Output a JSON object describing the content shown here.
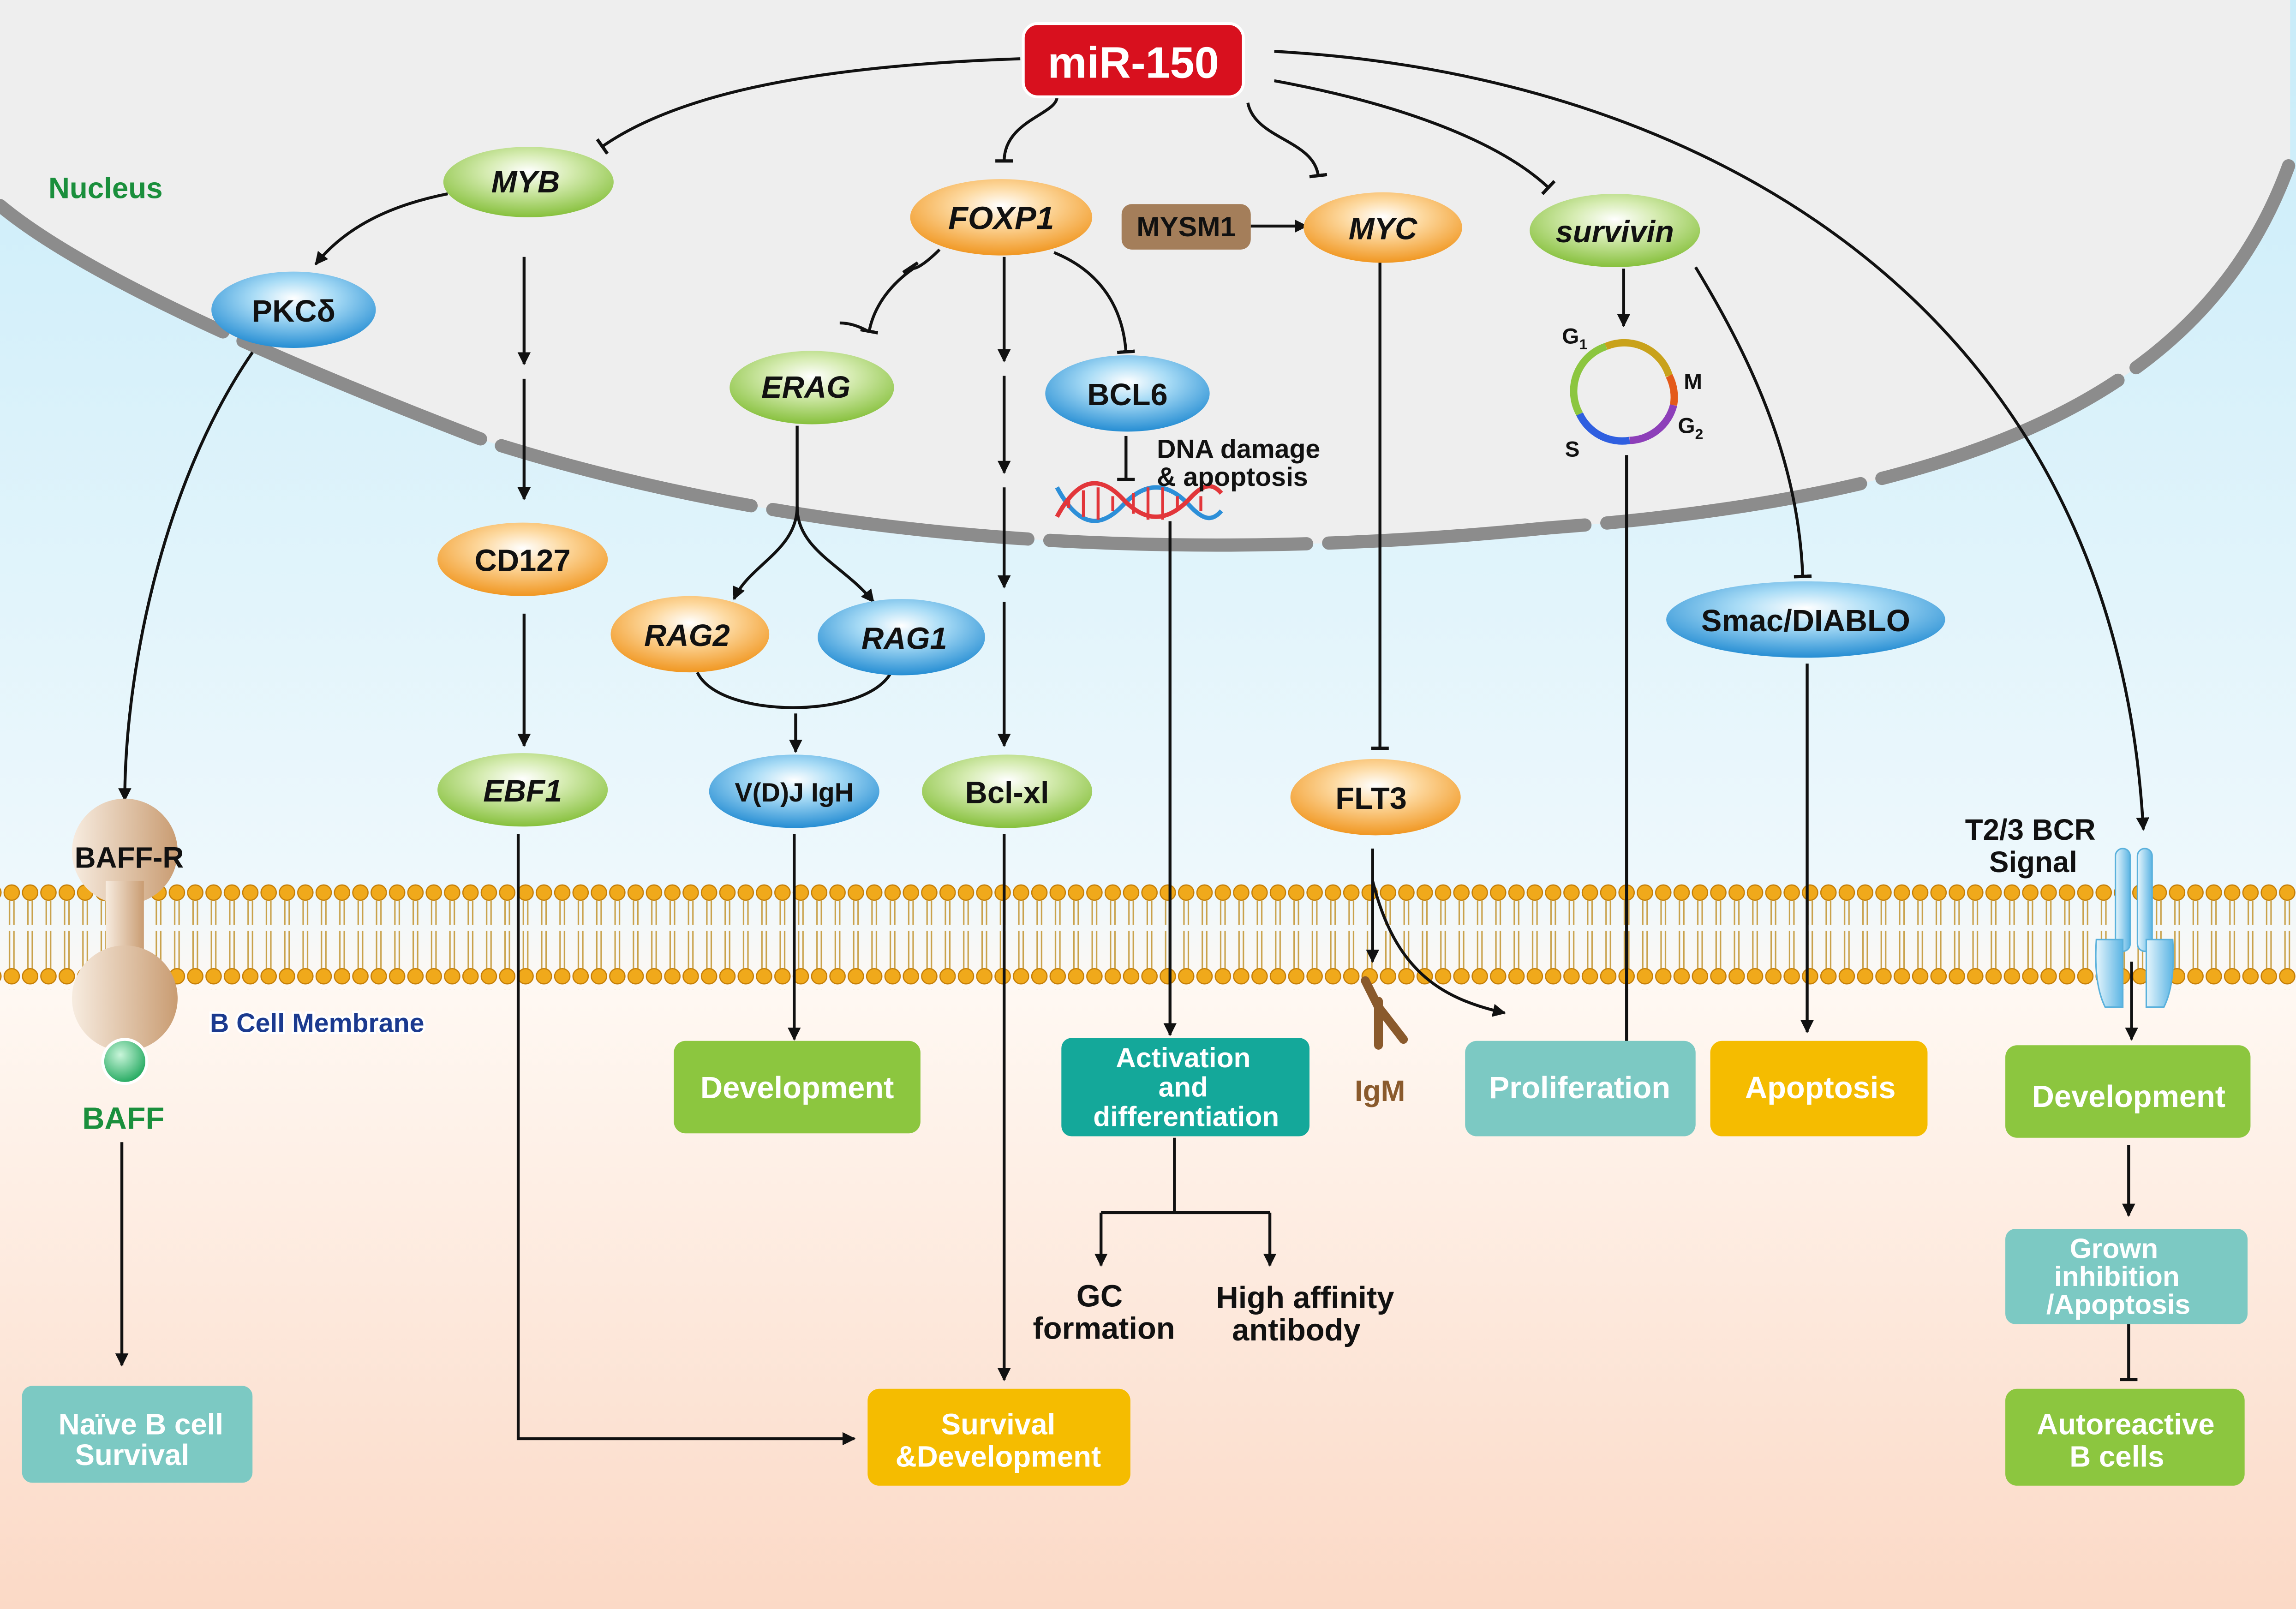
{
  "title": "miR-150",
  "nucleus_label": "Nucleus",
  "membrane_label": "B Cell Membrane",
  "nodes": {
    "myb": "MYB",
    "foxp1": "FOXP1",
    "mysm1": "MYSM1",
    "myc": "MYC",
    "survivin": "survivin",
    "pkcd": "PKCδ",
    "erag": "ERAG",
    "bcl6": "BCL6",
    "cd127": "CD127",
    "rag2": "RAG2",
    "rag1": "RAG1",
    "smac": "Smac/DIABLO",
    "ebf1": "EBF1",
    "vdj": "V(D)J IgH",
    "bclxl": "Bcl-xl",
    "flt3": "FLT3"
  },
  "labels": {
    "dna_line1": "DNA damage",
    "dna_line2": "& apoptosis",
    "baffr": "BAFF-R",
    "baff": "BAFF",
    "igm": "IgM",
    "bcr_line1": "T2/3 BCR",
    "bcr_line2": "Signal",
    "g1": "G",
    "g1_sub": "1",
    "m": "M",
    "s": "S",
    "g2": "G",
    "g2_sub": "2",
    "gc_line1": "GC",
    "gc_line2": "formation",
    "ha_line1": "High affinity",
    "ha_line2": "antibody"
  },
  "outcomes": {
    "development1": "Development",
    "activation_line1": "Activation",
    "activation_line2": "and",
    "activation_line3": "differentiation",
    "proliferation": "Proliferation",
    "apoptosis": "Apoptosis",
    "development2": "Development",
    "naive_line1": "Naïve B cell",
    "naive_line2": "Survival",
    "survival_line1": "Survival",
    "survival_line2": "&Development",
    "grown_line1": "Grown",
    "grown_line2": "inhibition",
    "grown_line3": "/Apoptosis",
    "autoreactive_line1": "Autoreactive",
    "autoreactive_line2": "B cells"
  },
  "colors": {
    "mir_red": "#d8101e",
    "green_node": "#8cc63f",
    "orange_node": "#f39c1f",
    "blue_node": "#1b8fd6",
    "brown_node": "#a47e5a",
    "teal_box": "#7cc9c3",
    "dark_teal_box": "#14a89a",
    "green_box": "#8cc63f",
    "yellow_box": "#f5bc00",
    "nucleus_label": "#1a8f3c",
    "membrane_label": "#1b3a8f",
    "lipid_head": "#f0a91b"
  }
}
